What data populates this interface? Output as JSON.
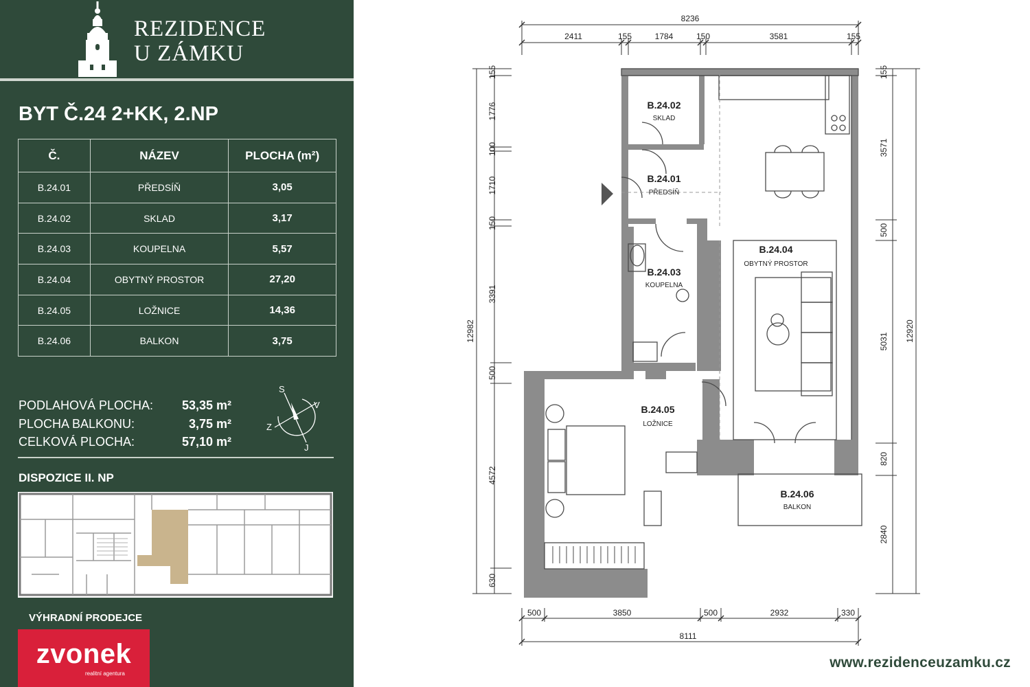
{
  "brand": {
    "line1": "REZIDENCE",
    "line2": "U ZÁMKU"
  },
  "unit": {
    "title": "BYT Č.24 2+KK, 2.NP"
  },
  "table": {
    "headers": [
      "Č.",
      "NÁZEV",
      "PLOCHA (m²)"
    ],
    "rows": [
      {
        "id": "B.24.01",
        "name": "PŘEDSÍŇ",
        "area": "3,05"
      },
      {
        "id": "B.24.02",
        "name": "SKLAD",
        "area": "3,17"
      },
      {
        "id": "B.24.03",
        "name": "KOUPELNA",
        "area": "5,57"
      },
      {
        "id": "B.24.04",
        "name": "OBYTNÝ PROSTOR",
        "area": "27,20"
      },
      {
        "id": "B.24.05",
        "name": "LOŽNICE",
        "area": "14,36"
      },
      {
        "id": "B.24.06",
        "name": "BALKON",
        "area": "3,75"
      }
    ]
  },
  "summary": {
    "rows": [
      {
        "label": "PODLAHOVÁ PLOCHA:",
        "value": "53,35 m²"
      },
      {
        "label": "PLOCHA BALKONU:",
        "value": "3,75 m²"
      },
      {
        "label": "CELKOVÁ PLOCHA:",
        "value": "57,10 m²"
      }
    ]
  },
  "compass": {
    "s": "S",
    "v": "V",
    "z": "Z",
    "j": "J"
  },
  "disposition": {
    "title": "DISPOZICE II. NP"
  },
  "seller": {
    "label": "VÝHRADNÍ PRODEJCE",
    "logo_text": "zvonek",
    "logo_sub": "realitní agentura",
    "logo_color": "#d9203a"
  },
  "plan": {
    "rooms": [
      {
        "code": "B.24.02",
        "name": "SKLAD"
      },
      {
        "code": "B.24.01",
        "name": "PŘEDSÍŇ"
      },
      {
        "code": "B.24.03",
        "name": "KOUPELNA"
      },
      {
        "code": "B.24.04",
        "name": "OBYTNÝ PROSTOR"
      },
      {
        "code": "B.24.05",
        "name": "LOŽNICE"
      },
      {
        "code": "B.24.06",
        "name": "BALKON"
      }
    ],
    "top_total": "8236",
    "top_dims": [
      "2411",
      "155",
      "1784",
      "150",
      "3581",
      "155"
    ],
    "bottom_dims": [
      "500",
      "3850",
      "500",
      "2932",
      "330"
    ],
    "bottom_total": "8111",
    "left_total": "12982",
    "left_dims": [
      "155",
      "1776",
      "100",
      "1710",
      "150",
      "3391",
      "500",
      "4572",
      "630"
    ],
    "right_dims": [
      "155",
      "3571",
      "500",
      "5031",
      "820",
      "2840"
    ],
    "right_total": "12920"
  },
  "website": "www.rezidenceuzamku.cz",
  "colors": {
    "panel": "#2f4a3a",
    "wall": "#8c8c8c",
    "highlight": "#c9b48d"
  }
}
